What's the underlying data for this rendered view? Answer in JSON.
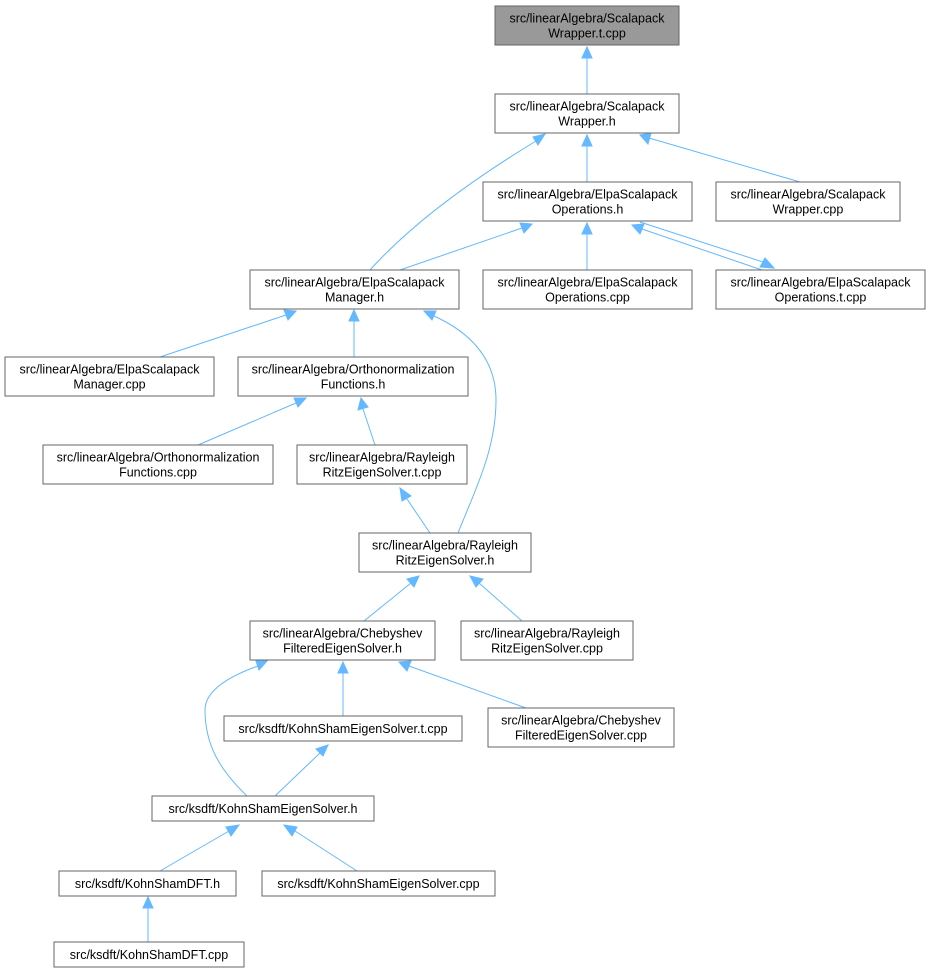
{
  "colors": {
    "edge": "#63b8ff",
    "node_border": "#666666",
    "root_fill": "#999999",
    "node_fill": "#ffffff"
  },
  "nodes": {
    "wrapper_t_cpp": [
      "src/linearAlgebra/Scalapack",
      "Wrapper.t.cpp"
    ],
    "wrapper_h": [
      "src/linearAlgebra/Scalapack",
      "Wrapper.h"
    ],
    "elpa_ops_h": [
      "src/linearAlgebra/ElpaScalapack",
      "Operations.h"
    ],
    "wrapper_cpp": [
      "src/linearAlgebra/Scalapack",
      "Wrapper.cpp"
    ],
    "elpa_mgr_h": [
      "src/linearAlgebra/ElpaScalapack",
      "Manager.h"
    ],
    "elpa_ops_cpp": [
      "src/linearAlgebra/ElpaScalapack",
      "Operations.cpp"
    ],
    "elpa_ops_t_cpp": [
      "src/linearAlgebra/ElpaScalapack",
      "Operations.t.cpp"
    ],
    "elpa_mgr_cpp": [
      "src/linearAlgebra/ElpaScalapack",
      "Manager.cpp"
    ],
    "ortho_h": [
      "src/linearAlgebra/Orthonormalization",
      "Functions.h"
    ],
    "ortho_cpp": [
      "src/linearAlgebra/Orthonormalization",
      "Functions.cpp"
    ],
    "rr_t_cpp": [
      "src/linearAlgebra/Rayleigh",
      "RitzEigenSolver.t.cpp"
    ],
    "rr_h": [
      "src/linearAlgebra/Rayleigh",
      "RitzEigenSolver.h"
    ],
    "cheb_h": [
      "src/linearAlgebra/Chebyshev",
      "FilteredEigenSolver.h"
    ],
    "rr_cpp": [
      "src/linearAlgebra/Rayleigh",
      "RitzEigenSolver.cpp"
    ],
    "ks_t_cpp": [
      "src/ksdft/KohnShamEigenSolver.t.cpp"
    ],
    "cheb_cpp": [
      "src/linearAlgebra/Chebyshev",
      "FilteredEigenSolver.cpp"
    ],
    "ks_h": [
      "src/ksdft/KohnShamEigenSolver.h"
    ],
    "ksdft_h": [
      "src/ksdft/KohnShamDFT.h"
    ],
    "ks_cpp": [
      "src/ksdft/KohnShamEigenSolver.cpp"
    ],
    "ksdft_cpp": [
      "src/ksdft/KohnShamDFT.cpp"
    ]
  },
  "edges": [
    [
      "wrapper_h",
      "wrapper_t_cpp"
    ],
    [
      "elpa_ops_h",
      "wrapper_h"
    ],
    [
      "wrapper_cpp",
      "wrapper_h"
    ],
    [
      "elpa_mgr_h",
      "wrapper_h"
    ],
    [
      "elpa_mgr_h",
      "elpa_ops_h"
    ],
    [
      "elpa_ops_cpp",
      "elpa_ops_h"
    ],
    [
      "elpa_ops_t_cpp",
      "elpa_ops_h"
    ],
    [
      "elpa_ops_h",
      "elpa_ops_t_cpp"
    ],
    [
      "elpa_mgr_cpp",
      "elpa_mgr_h"
    ],
    [
      "ortho_h",
      "elpa_mgr_h"
    ],
    [
      "rr_h",
      "elpa_mgr_h"
    ],
    [
      "ortho_cpp",
      "ortho_h"
    ],
    [
      "rr_t_cpp",
      "ortho_h"
    ],
    [
      "rr_h",
      "rr_t_cpp"
    ],
    [
      "cheb_h",
      "rr_h"
    ],
    [
      "rr_cpp",
      "rr_h"
    ],
    [
      "ks_t_cpp",
      "cheb_h"
    ],
    [
      "cheb_cpp",
      "cheb_h"
    ],
    [
      "ks_h",
      "cheb_h"
    ],
    [
      "ks_h",
      "ks_t_cpp"
    ],
    [
      "ksdft_h",
      "ks_h"
    ],
    [
      "ks_cpp",
      "ks_h"
    ],
    [
      "ksdft_cpp",
      "ksdft_h"
    ]
  ]
}
